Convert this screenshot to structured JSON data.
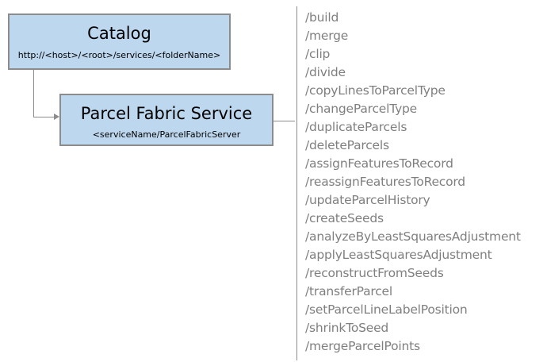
{
  "catalog": {
    "title": "Catalog",
    "url": "http://<host>/<root>/services/<folderName>"
  },
  "service": {
    "title": "Parcel Fabric Service",
    "url": "<serviceName/ParcelFabricServer"
  },
  "operations": [
    "/build",
    "/merge",
    "/clip",
    "/divide",
    "/copyLinesToParcelType",
    "/changeParcelType",
    "/duplicateParcels",
    "/deleteParcels",
    "/assignFeaturesToRecord",
    "/reassignFeaturesToRecord",
    "/updateParcelHistory",
    "/createSeeds",
    "/analyzeByLeastSquaresAdjustment",
    "/applyLeastSquaresAdjustment",
    "/reconstructFromSeeds",
    "/transferParcel",
    "/setParcelLineLabelPosition",
    "/shrinkToSeed",
    "/mergeParcelPoints"
  ],
  "colors": {
    "box_fill": "#bdd7ee",
    "box_border": "#8c8c8c",
    "operation_text": "#7f7f7f"
  }
}
